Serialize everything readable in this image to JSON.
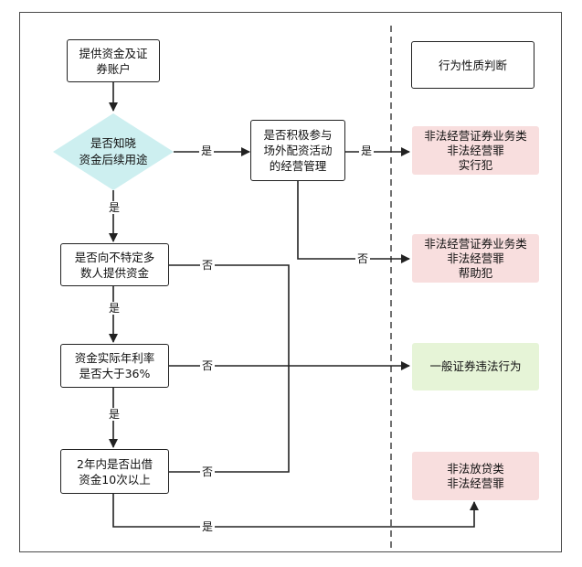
{
  "header": {
    "judgement_title": "行为性质判断"
  },
  "nodes": {
    "provide_funds": "提供资金及证\n券账户",
    "knows_use": "是否知晓\n资金后续用途",
    "participate_mgmt": "是否积极参与\n场外配资活动\n的经营管理",
    "unspecified_public": "是否向不特定多\n数人提供资金",
    "annual_rate": "资金实际年利率\n是否大于36%",
    "lending_times": "2年内是否出借\n资金10次以上"
  },
  "verdicts": {
    "principal": "非法经营证券业务类\n非法经营罪\n实行犯",
    "accomplice": "非法经营证券业务类\n非法经营罪\n帮助犯",
    "general_violation": "一般证券违法行为",
    "illegal_lending": "非法放贷类\n非法经营罪"
  },
  "edge_labels": {
    "yes": "是",
    "no": "否"
  },
  "colors": {
    "diamond": "#cdeff0",
    "verdict_red": "#f8dede",
    "verdict_green": "#e6f4d7",
    "line": "#222222"
  }
}
